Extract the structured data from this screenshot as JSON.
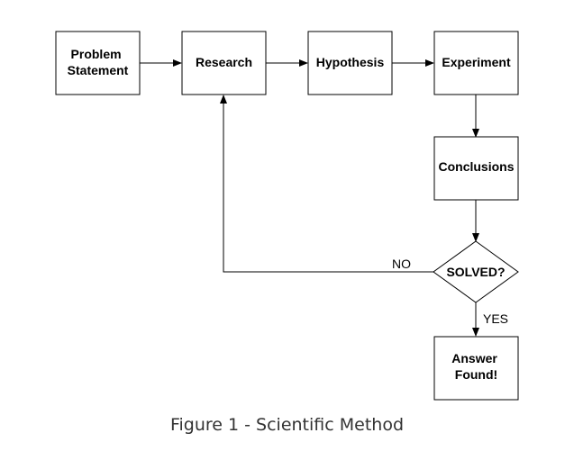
{
  "nodes": {
    "problem_line1": "Problem",
    "problem_line2": "Statement",
    "research": "Research",
    "hypothesis": "Hypothesis",
    "experiment": "Experiment",
    "conclusions": "Conclusions",
    "solved": "SOLVED?",
    "answer_line1": "Answer",
    "answer_line2": "Found!"
  },
  "edges": {
    "no_label": "NO",
    "yes_label": "YES"
  },
  "caption": "Figure 1 - Scientific Method",
  "colors": {
    "stroke": "#000000",
    "background": "#ffffff",
    "caption": "#333333"
  }
}
